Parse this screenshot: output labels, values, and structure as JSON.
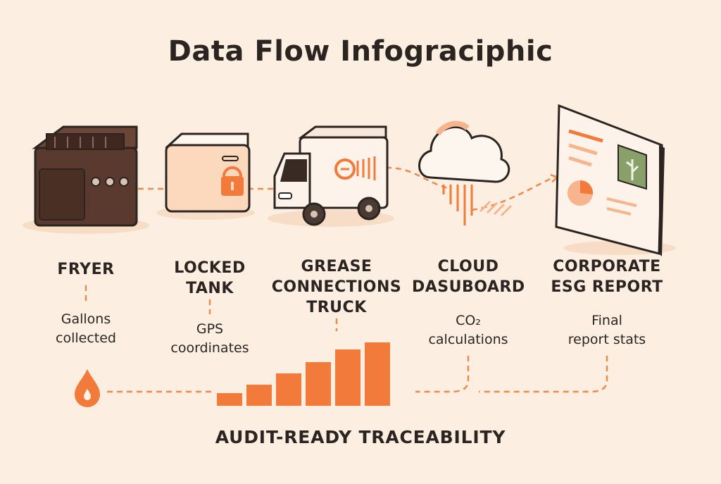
{
  "title": "Data Flow Infograciphic",
  "stages": [
    {
      "label_lines": [
        "FRYER"
      ],
      "desc_lines": [
        "Gallons",
        "collected"
      ],
      "icon": "fryer-icon"
    },
    {
      "label_lines": [
        "LOCKED",
        "TANK"
      ],
      "desc_lines": [
        "GPS",
        "coordinates"
      ],
      "icon": "locked-tank-icon"
    },
    {
      "label_lines": [
        "GREASE",
        "CONNECTIONS",
        "TRUCK"
      ],
      "desc_lines": [],
      "icon": "truck-icon"
    },
    {
      "label_lines": [
        "CLOUD",
        "DASUBOARD"
      ],
      "desc_lines": [
        "CO₂",
        "calculations"
      ],
      "icon": "cloud-icon"
    },
    {
      "label_lines": [
        "CORPORATE",
        "ESG REPORT"
      ],
      "desc_lines": [
        "Final",
        "report stats"
      ],
      "icon": "esg-report-icon"
    }
  ],
  "bottom_label": "AUDIT-READY TRACEABILITY",
  "bottom_icon": "oil-drop-icon",
  "bars_icon": "rising-bars-icon",
  "colors": {
    "background": "#fcefe2",
    "accent": "#f27a3a",
    "ink": "#2b2420",
    "fryer": "#5a3a2e"
  }
}
